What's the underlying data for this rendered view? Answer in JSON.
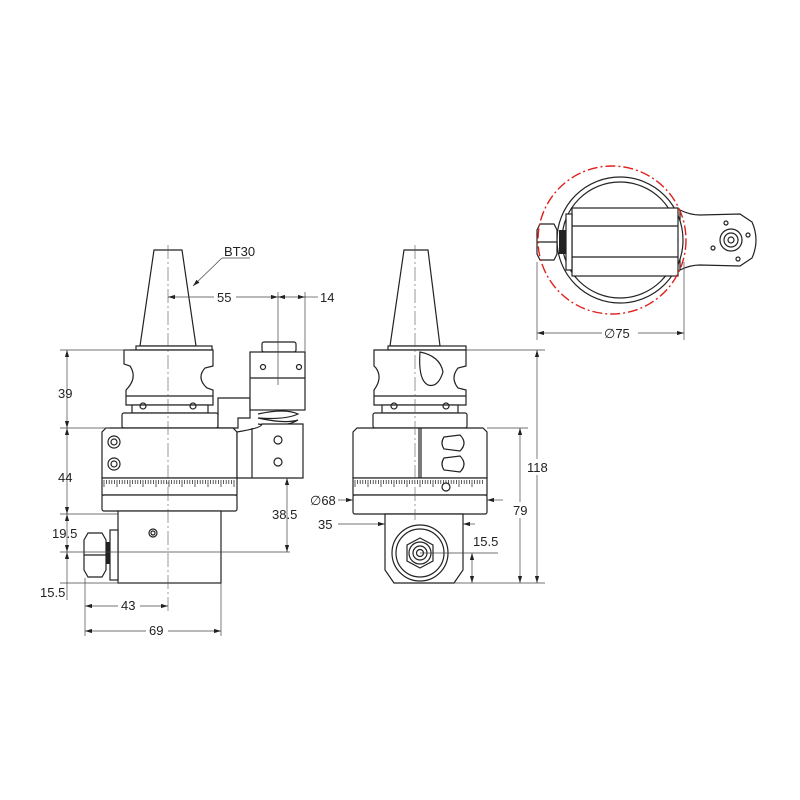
{
  "drawing": {
    "tool_holder": "BT30",
    "colors": {
      "line": "#222222",
      "reference_circle": "#e0201c"
    },
    "side_view": {
      "dims": {
        "offset_55": "55",
        "offset_14": "14",
        "h_39": "39",
        "h_44": "44",
        "h_19_5": "19.5",
        "h_15_5": "15.5",
        "h_38_5": "38.5",
        "w_43": "43",
        "w_69": "69"
      }
    },
    "front_view": {
      "dims": {
        "dia_68": "∅68",
        "w_35": "35",
        "h_15_5": "15.5",
        "h_79": "79",
        "h_118": "118"
      }
    },
    "top_view": {
      "dims": {
        "dia_75": "∅75"
      }
    }
  }
}
